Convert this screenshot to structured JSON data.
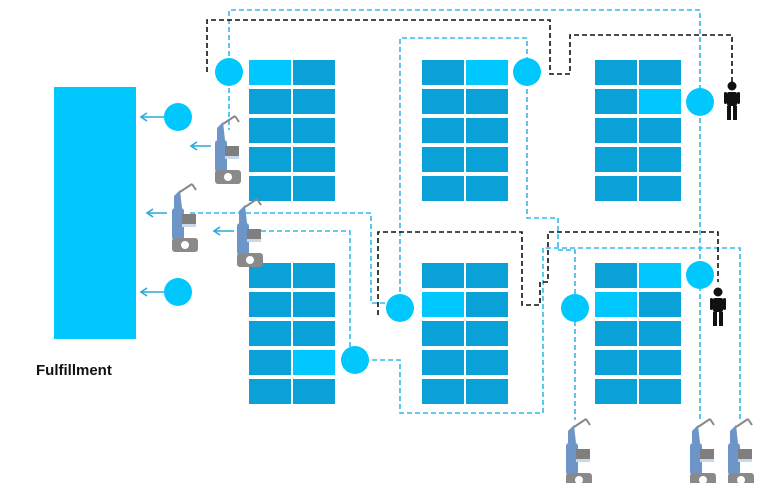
{
  "labels": {
    "fulfillment": "Fulfillment"
  },
  "colors": {
    "background": "#ffffff",
    "station": "#00c8ff",
    "cell": "#0aa1d9",
    "cell_highlight": "#00c8ff",
    "robot_path": "#33b7e8",
    "human_path": "#111111",
    "robot_body": "#6e95c7",
    "robot_base": "#7f7f7f",
    "arrow": "#2aa9d8"
  },
  "icons": {
    "robot": "picking-robot-icon",
    "person": "person-icon",
    "node": "waypoint-node",
    "arrow": "arrow-left-icon"
  },
  "racks": {
    "rows_per_rack": 5,
    "cols_per_rack": 2,
    "count": 6
  }
}
